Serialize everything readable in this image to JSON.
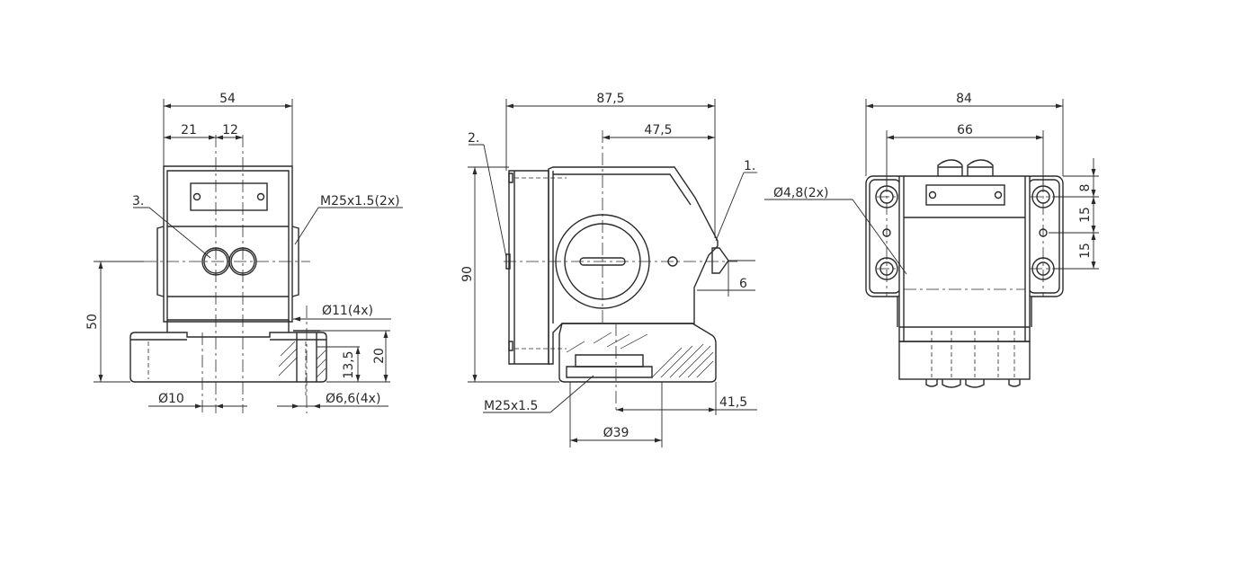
{
  "colors": {
    "line": "#2a2a2a",
    "background": "#ffffff"
  },
  "views": {
    "front": {
      "dim_width": "54",
      "dim_21": "21",
      "dim_12": "12",
      "dim_height": "50",
      "callout_3": "3.",
      "thread": "M25x1.5(2x)",
      "hole_11": "Ø11(4x)",
      "dim_20": "20",
      "dim_13_5": "13,5",
      "dia_10": "Ø10",
      "hole_6_6": "Ø6,6(4x)"
    },
    "side": {
      "dim_87_5": "87,5",
      "dim_47_5": "47,5",
      "callout_2": "2.",
      "callout_1": "1.",
      "dim_90": "90",
      "dim_6": "6",
      "thread": "M25x1.5",
      "dim_41_5": "41,5",
      "dia_39": "Ø39"
    },
    "rear": {
      "dim_84": "84",
      "dim_66": "66",
      "hole_4_8": "Ø4,8(2x)",
      "dim_8": "8",
      "dim_15a": "15",
      "dim_15b": "15"
    }
  }
}
